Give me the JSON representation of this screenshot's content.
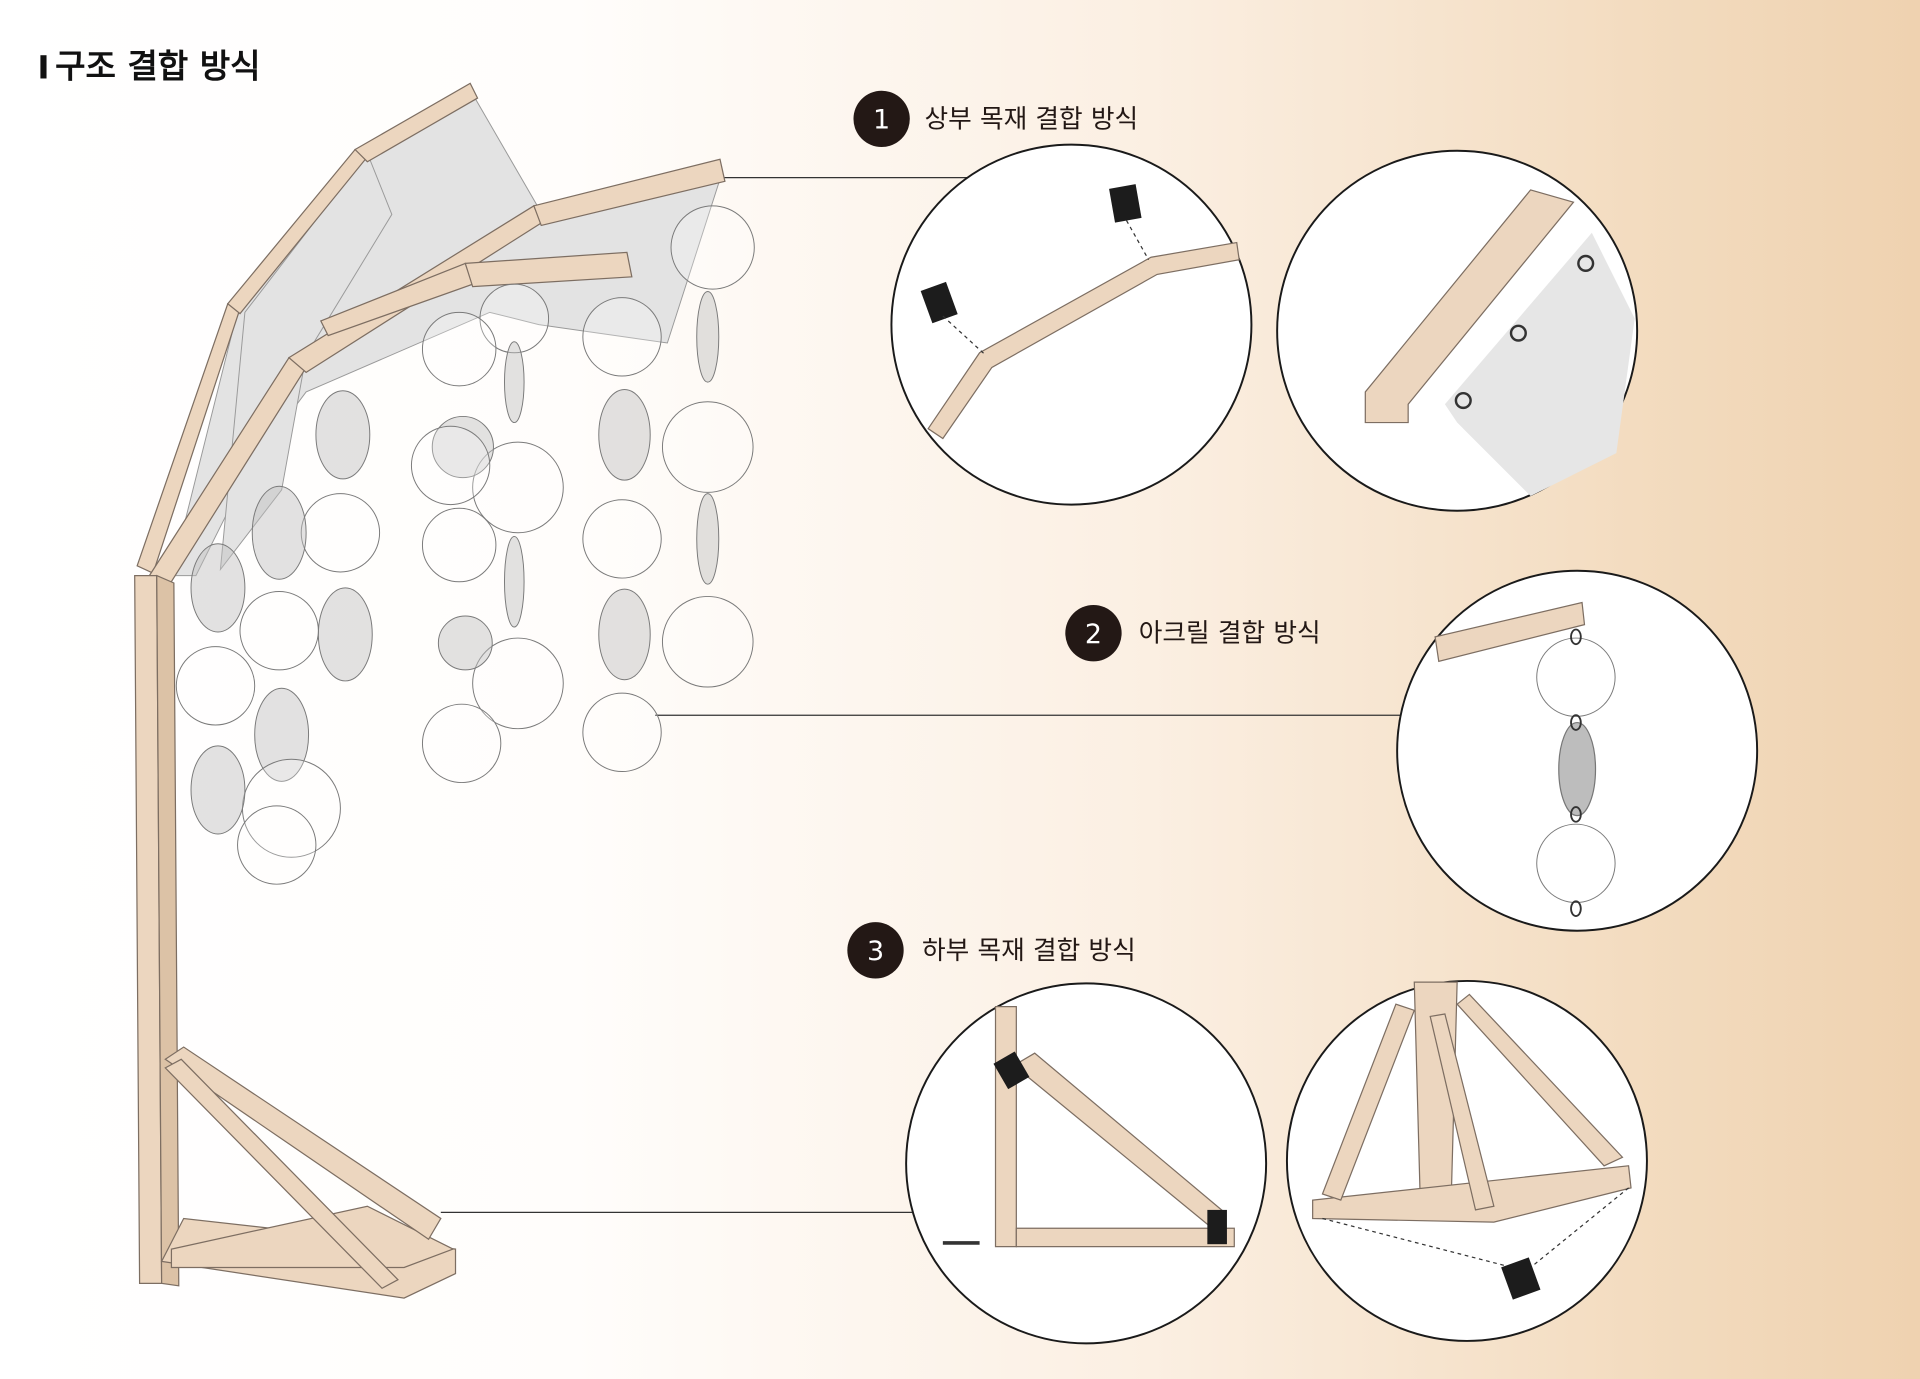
{
  "title": "구조 결합 방식",
  "sections": [
    {
      "number": "1",
      "label": "상부 목재 결합 방식"
    },
    {
      "number": "2",
      "label": "아크릴 결합 방식"
    },
    {
      "number": "3",
      "label": "하부 목재 결합 방식"
    }
  ],
  "colors": {
    "wood": "#ecd6bf",
    "badge": "#231815",
    "background_right": "#efd2b0"
  }
}
